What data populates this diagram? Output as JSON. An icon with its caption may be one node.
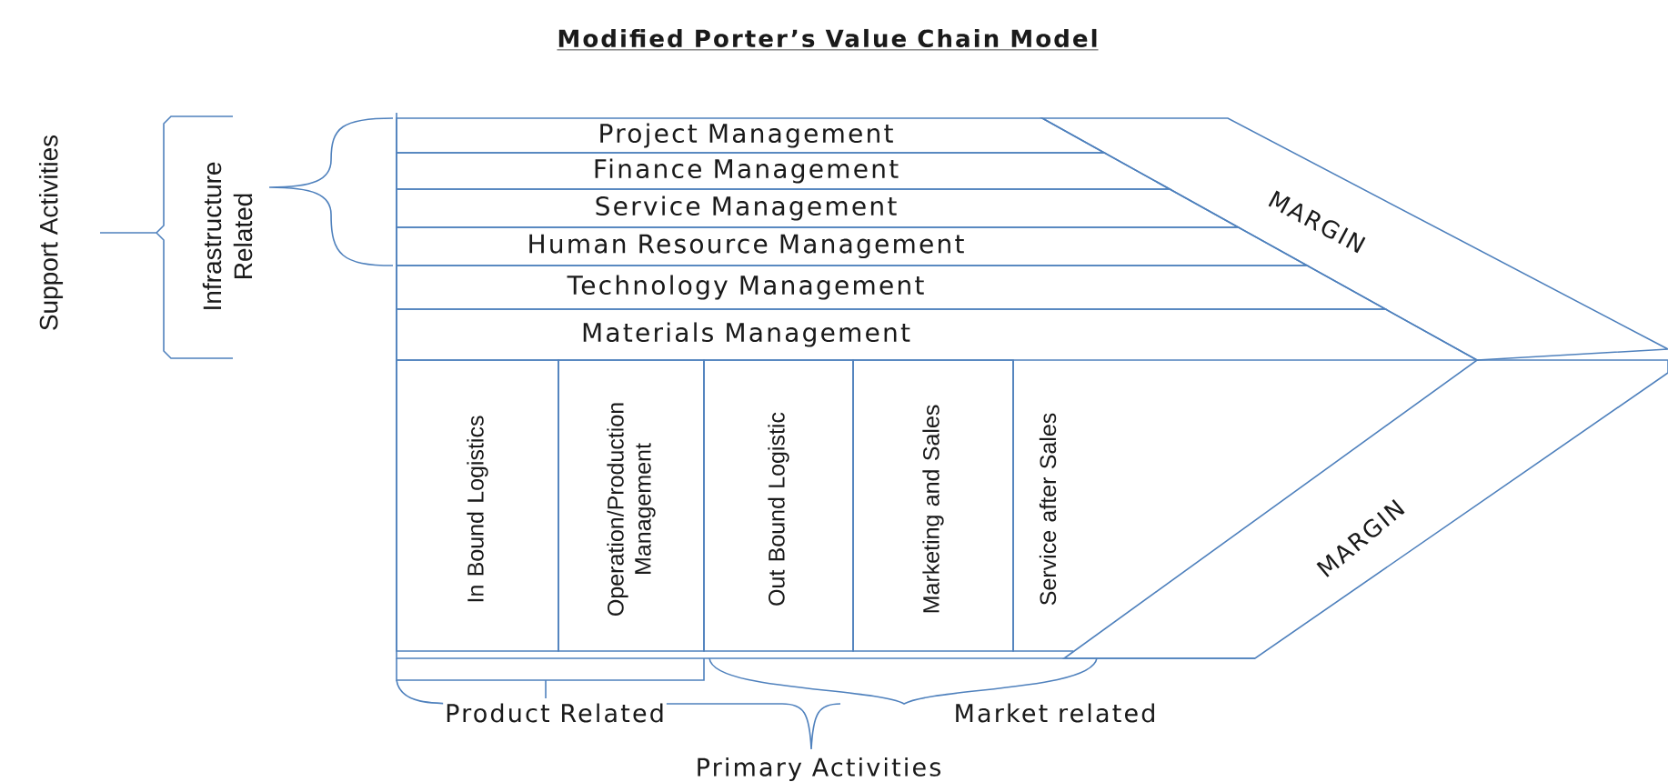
{
  "diagram": {
    "title": "Modified Porter’s Value Chain Model",
    "nodes": [
      {
        "text": [
          "Project Management"
        ]
      },
      {
        "text": [
          "Finance Management"
        ]
      },
      {
        "text": [
          "Service Management"
        ]
      },
      {
        "text": [
          "Human Resource Management"
        ]
      },
      {
        "text": [
          "Technology Management"
        ]
      },
      {
        "text": [
          "Materials Management"
        ]
      },
      {
        "text": [
          "In Bound Logistics"
        ]
      },
      {
        "text": [
          "Operation/Production Management"
        ]
      },
      {
        "text": [
          "Out Bound Logistic"
        ]
      },
      {
        "text": [
          "Marketing and Sales"
        ]
      },
      {
        "text": [
          "Service after Sales"
        ]
      },
      {
        "text": [
          "MARGIN"
        ]
      },
      {
        "text": [
          "MARGIN"
        ]
      }
    ],
    "edges": [],
    "labels": [
      "Support Activities",
      "Infrastructure Related",
      "Product Related",
      "Market related",
      "Primary Activities"
    ]
  }
}
